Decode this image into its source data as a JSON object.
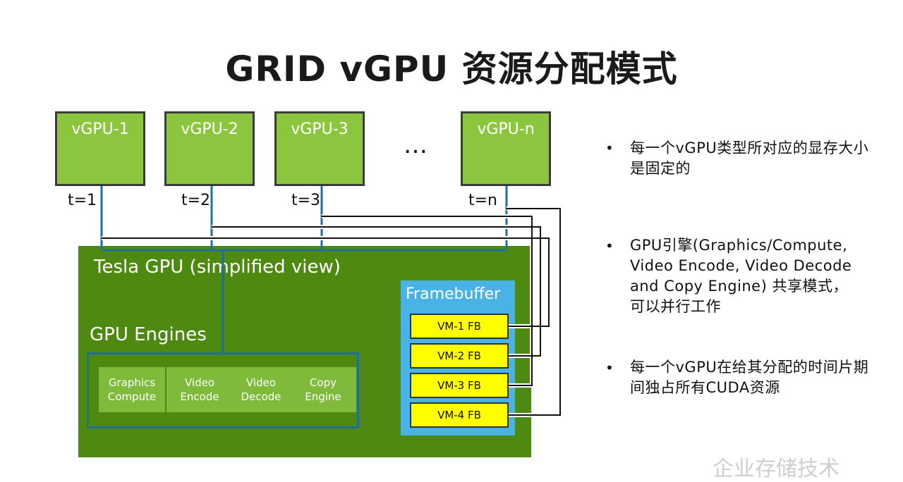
{
  "title": "GRID vGPU 资源分配模式",
  "vgpus": [
    {
      "label": "vGPU-1",
      "time": "t=1"
    },
    {
      "label": "vGPU-2",
      "time": "t=2"
    },
    {
      "label": "vGPU-3",
      "time": "t=3"
    },
    {
      "label": "vGPU-n",
      "time": "t=n"
    }
  ],
  "ellipsis": "…",
  "tesla": {
    "title": "Tesla GPU (simplified view)",
    "engines_title": "GPU Engines",
    "engines": [
      "Graphics\nCompute",
      "Video\nEncode",
      "Video\nDecode",
      "Copy\nEngine"
    ],
    "framebuffer_title": "Framebuffer",
    "fbs": [
      "VM-1 FB",
      "VM-2 FB",
      "VM-3 FB",
      "VM-4 FB"
    ]
  },
  "bullets": [
    "每一个vGPU类型所对应的显存大小是固定的",
    "GPU引擎(Graphics/Compute, Video Encode, Video Decode and Copy Engine) 共享模式，可以并行工作",
    "每一个vGPU在给其分配的时间片期间独占所有CUDA资源"
  ],
  "bullet_symbol": "•",
  "watermark": "企业存储技术",
  "colors": {
    "vgpu_green": "#8cc63f",
    "gpu_dark_green": "#4e8a12",
    "framebuffer_blue": "#4ab3e6",
    "fb_yellow": "#ffff00",
    "wire_blue": "#1f6f9c"
  }
}
